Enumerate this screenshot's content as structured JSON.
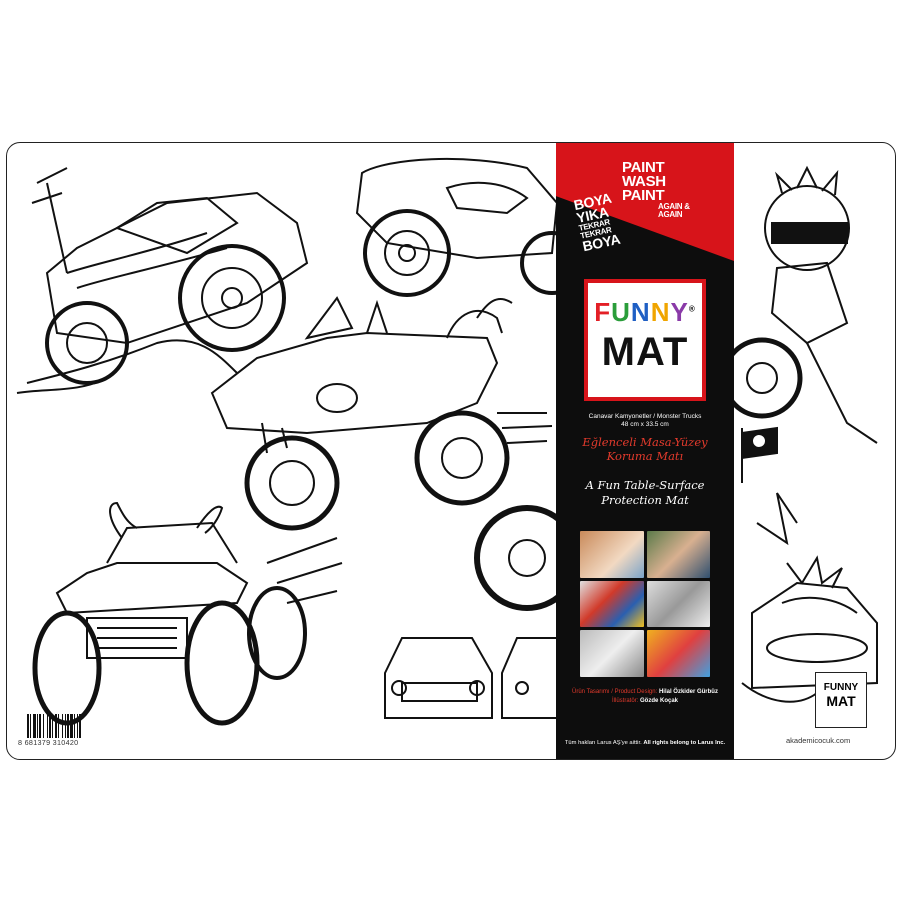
{
  "product": {
    "brand_funny": "FUNNY",
    "brand_mat": "MAT",
    "registered": "®",
    "slogan_en": [
      "PAINT",
      "WASH",
      "PAINT"
    ],
    "slogan_en_small": [
      "AGAIN &",
      "AGAIN"
    ],
    "slogan_tr": [
      "BOYA",
      "YIKA"
    ],
    "slogan_tr_small": [
      "TEKRAR",
      "TEKRAR"
    ],
    "slogan_tr_last": "BOYA",
    "subtitle": "Canavar Kamyonetler / Monster Trucks",
    "size": "48 cm x 33.5 cm",
    "title_tr_line1": "Eğlenceli Masa-Yüzey",
    "title_tr_line2": "Koruma Matı",
    "title_en_line1": "A Fun Table-Surface",
    "title_en_line2": "Protection Mat",
    "design_label": "Ürün Tasarımı / Product Design:",
    "design_name": "Hilal Özkider Gürbüz",
    "illustration_label": "İllüstratör:",
    "illustration_name": "Gözde Koçak",
    "rights_tr": "Tüm hakları Larus AŞ'ye aittir.",
    "rights_en": "All rights belong to Larus Inc.",
    "website": "akademicocuk.com",
    "barcode_number": "8 681379 310420"
  },
  "colors": {
    "accent_red": "#d7141a",
    "band_black": "#0d0d0d",
    "logo_letters": [
      "#e31f26",
      "#2a9d3a",
      "#1f5fc4",
      "#f0a500",
      "#8a3aa8"
    ]
  },
  "icons": {
    "trucks": "monster-truck-illustration",
    "rider": "motorbike-rider-illustration",
    "flag": "pirate-flag-icon"
  }
}
